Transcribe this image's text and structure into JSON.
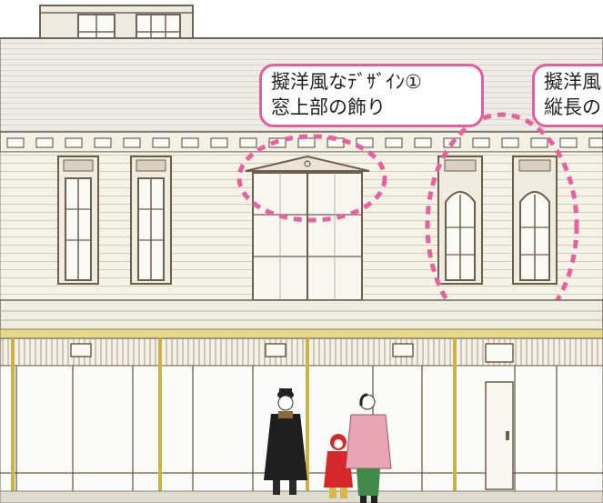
{
  "callouts": [
    {
      "line1": "擬洋風なﾃﾞｻﾞｲﾝ①",
      "line2": "窓上部の飾り"
    },
    {
      "line1": "擬洋風",
      "line2": "縦長の"
    }
  ],
  "colors": {
    "callout_border": "#e0609e",
    "highlight_dash": "#e8609e",
    "wall": "#f4f3e4",
    "roof": "#eceae2",
    "eave": "#f2f0e4",
    "window_frame": "#7a6a5a",
    "beam_yellow": "#e6d88a"
  }
}
